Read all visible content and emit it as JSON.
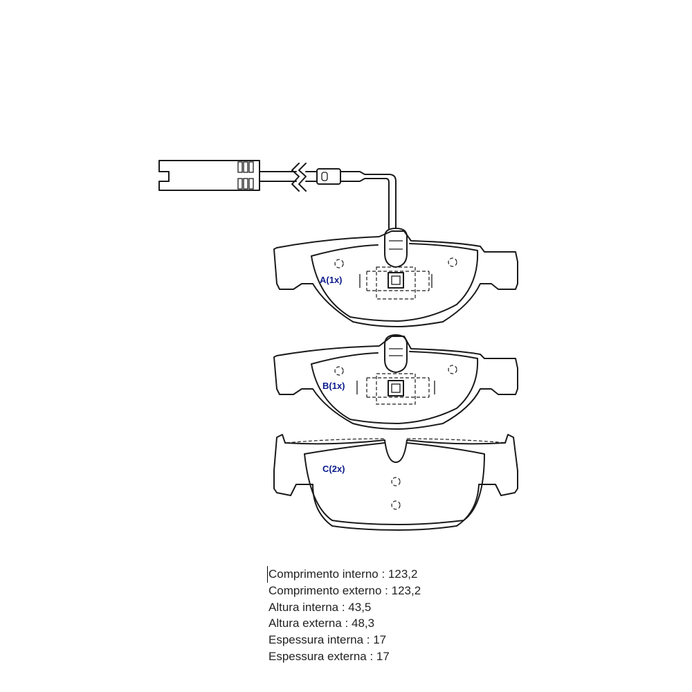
{
  "pads": [
    {
      "label": "A(1x)"
    },
    {
      "label": "B(1x)"
    },
    {
      "label": "C(2x)"
    }
  ],
  "specs": [
    "Comprimento interno : 123,2",
    "Comprimento externo : 123,2",
    "Altura interna : 43,5",
    "Altura externa : 48,3",
    "Espessura interna : 17",
    "Espessura externa : 17"
  ]
}
